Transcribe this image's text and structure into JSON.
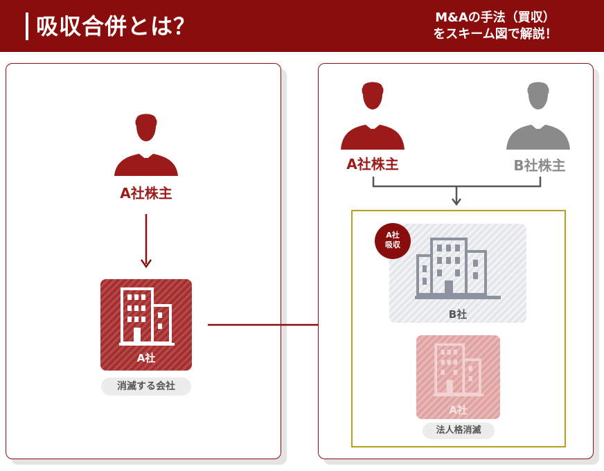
{
  "header": {
    "title": "吸収合併とは？",
    "subtitle_line1": "M&Aの手法（買収）",
    "subtitle_line2": "をスキーム図で解説！"
  },
  "left": {
    "shareholder_label": "A社株主",
    "company_label": "A社",
    "status_pill": "消滅する会社"
  },
  "right": {
    "shareholder_a_label": "A社株主",
    "shareholder_b_label": "B社株主",
    "company_b_label": "B社",
    "badge_line1": "A社",
    "badge_line2": "吸収",
    "company_a_label": "A社",
    "status_pill": "法人格消滅"
  },
  "colors": {
    "brand_red": "#8a0d0d",
    "gray": "#8a8a8a",
    "gold": "#b8a11c"
  },
  "icons": [
    "person-icon",
    "building-icon",
    "arrow-down-icon",
    "arrow-right-icon"
  ]
}
